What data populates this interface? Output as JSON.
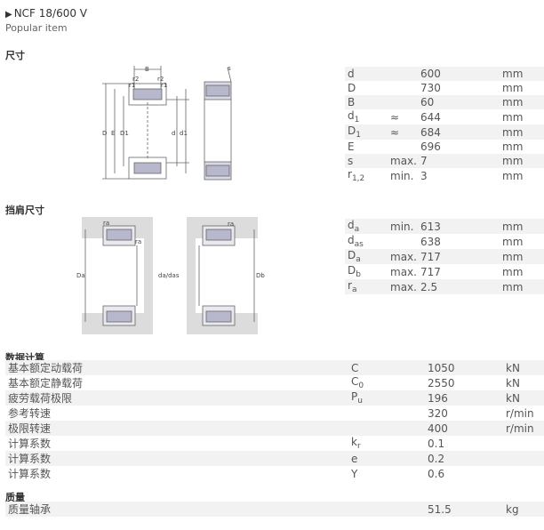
{
  "header": {
    "title": "NCF 18/600 V",
    "subtitle": "Popular item"
  },
  "sections": {
    "dimensions": "尺寸",
    "abutment": "挡肩尺寸",
    "calc": "数据计算",
    "mass": "质量"
  },
  "dimensions": [
    {
      "sym": "d",
      "sub": "",
      "q": "",
      "v": "600",
      "u": "mm"
    },
    {
      "sym": "D",
      "sub": "",
      "q": "",
      "v": "730",
      "u": "mm"
    },
    {
      "sym": "B",
      "sub": "",
      "q": "",
      "v": "60",
      "u": "mm"
    },
    {
      "sym": "d",
      "sub": "1",
      "q": "≈",
      "v": "644",
      "u": "mm"
    },
    {
      "sym": "D",
      "sub": "1",
      "q": "≈",
      "v": "684",
      "u": "mm"
    },
    {
      "sym": "E",
      "sub": "",
      "q": "",
      "v": "696",
      "u": "mm"
    },
    {
      "sym": "s",
      "sub": "",
      "q": "max.",
      "v": "7",
      "u": "mm"
    },
    {
      "sym": "r",
      "sub": "1,2",
      "q": "min.",
      "v": "3",
      "u": "mm"
    }
  ],
  "abutments": [
    {
      "sym": "d",
      "sub": "a",
      "q": "min.",
      "v": "613",
      "u": "mm"
    },
    {
      "sym": "d",
      "sub": "as",
      "q": "",
      "v": "638",
      "u": "mm"
    },
    {
      "sym": "D",
      "sub": "a",
      "q": "max.",
      "v": "717",
      "u": "mm"
    },
    {
      "sym": "D",
      "sub": "b",
      "q": "max.",
      "v": "717",
      "u": "mm"
    },
    {
      "sym": "r",
      "sub": "a",
      "q": "max.",
      "v": "2.5",
      "u": "mm"
    }
  ],
  "calculation": [
    {
      "label": "基本额定动载荷",
      "sym": "C",
      "sub": "",
      "v": "1050",
      "u": "kN"
    },
    {
      "label": "基本额定静载荷",
      "sym": "C",
      "sub": "0",
      "v": "2550",
      "u": "kN"
    },
    {
      "label": "疲劳载荷极限",
      "sym": "P",
      "sub": "u",
      "v": "196",
      "u": "kN"
    },
    {
      "label": "参考转速",
      "sym": "",
      "sub": "",
      "v": "320",
      "u": "r/min"
    },
    {
      "label": "极限转速",
      "sym": "",
      "sub": "",
      "v": "400",
      "u": "r/min"
    },
    {
      "label": "计算系数",
      "sym": "k",
      "sub": "r",
      "v": "0.1",
      "u": ""
    },
    {
      "label": "计算系数",
      "sym": "e",
      "sub": "",
      "v": "0.2",
      "u": ""
    },
    {
      "label": "计算系数",
      "sym": "Y",
      "sub": "",
      "v": "0.6",
      "u": ""
    }
  ],
  "mass": [
    {
      "label": "质量轴承",
      "v": "51.5",
      "u": "kg"
    }
  ],
  "drawing": {
    "d1": {
      "B": "B",
      "r2a": "r2",
      "r1a": "r1",
      "r2b": "r2",
      "r1b": "r1",
      "D": "D",
      "E": "E",
      "D1": "D1",
      "d": "d",
      "d1": "d1"
    },
    "d2": {
      "s": "s"
    },
    "d3": {
      "ra1": "ra",
      "ra2": "ra",
      "Da": "Da"
    },
    "d4": {
      "ra": "ra",
      "dadas": "da/das",
      "Db": "Db"
    }
  }
}
